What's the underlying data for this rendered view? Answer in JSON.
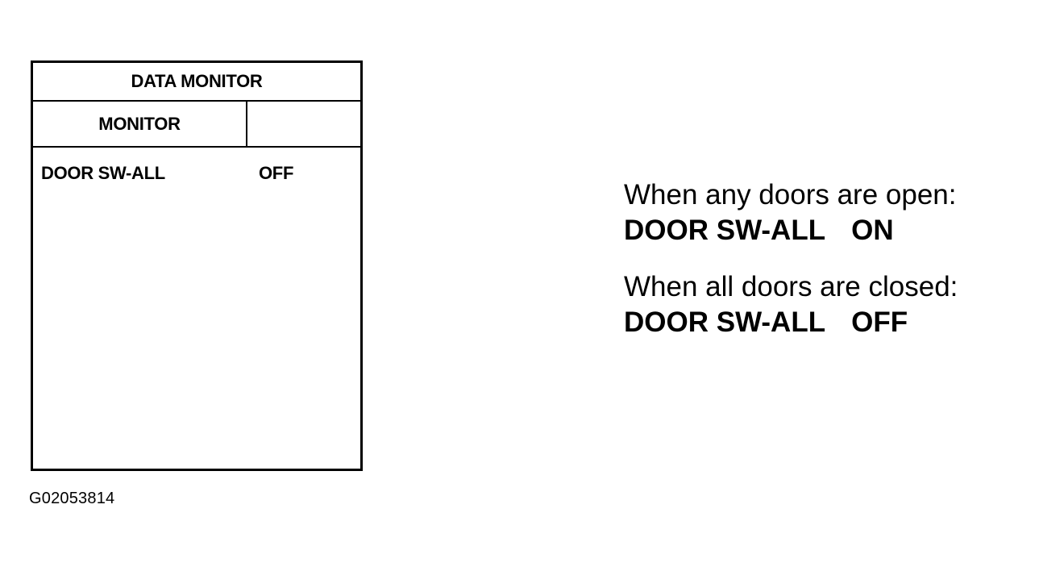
{
  "data_monitor": {
    "title": "DATA MONITOR",
    "header": {
      "monitor_label": "MONITOR",
      "value_label": ""
    },
    "rows": [
      {
        "item": "DOOR SW-ALL",
        "value": "OFF"
      }
    ]
  },
  "explanation": {
    "open": {
      "condition": "When any doors are open:",
      "item": "DOOR SW-ALL",
      "value": "ON"
    },
    "closed": {
      "condition": "When all doors are closed:",
      "item": "DOOR SW-ALL",
      "value": "OFF"
    }
  },
  "figure_id": "G02053814"
}
